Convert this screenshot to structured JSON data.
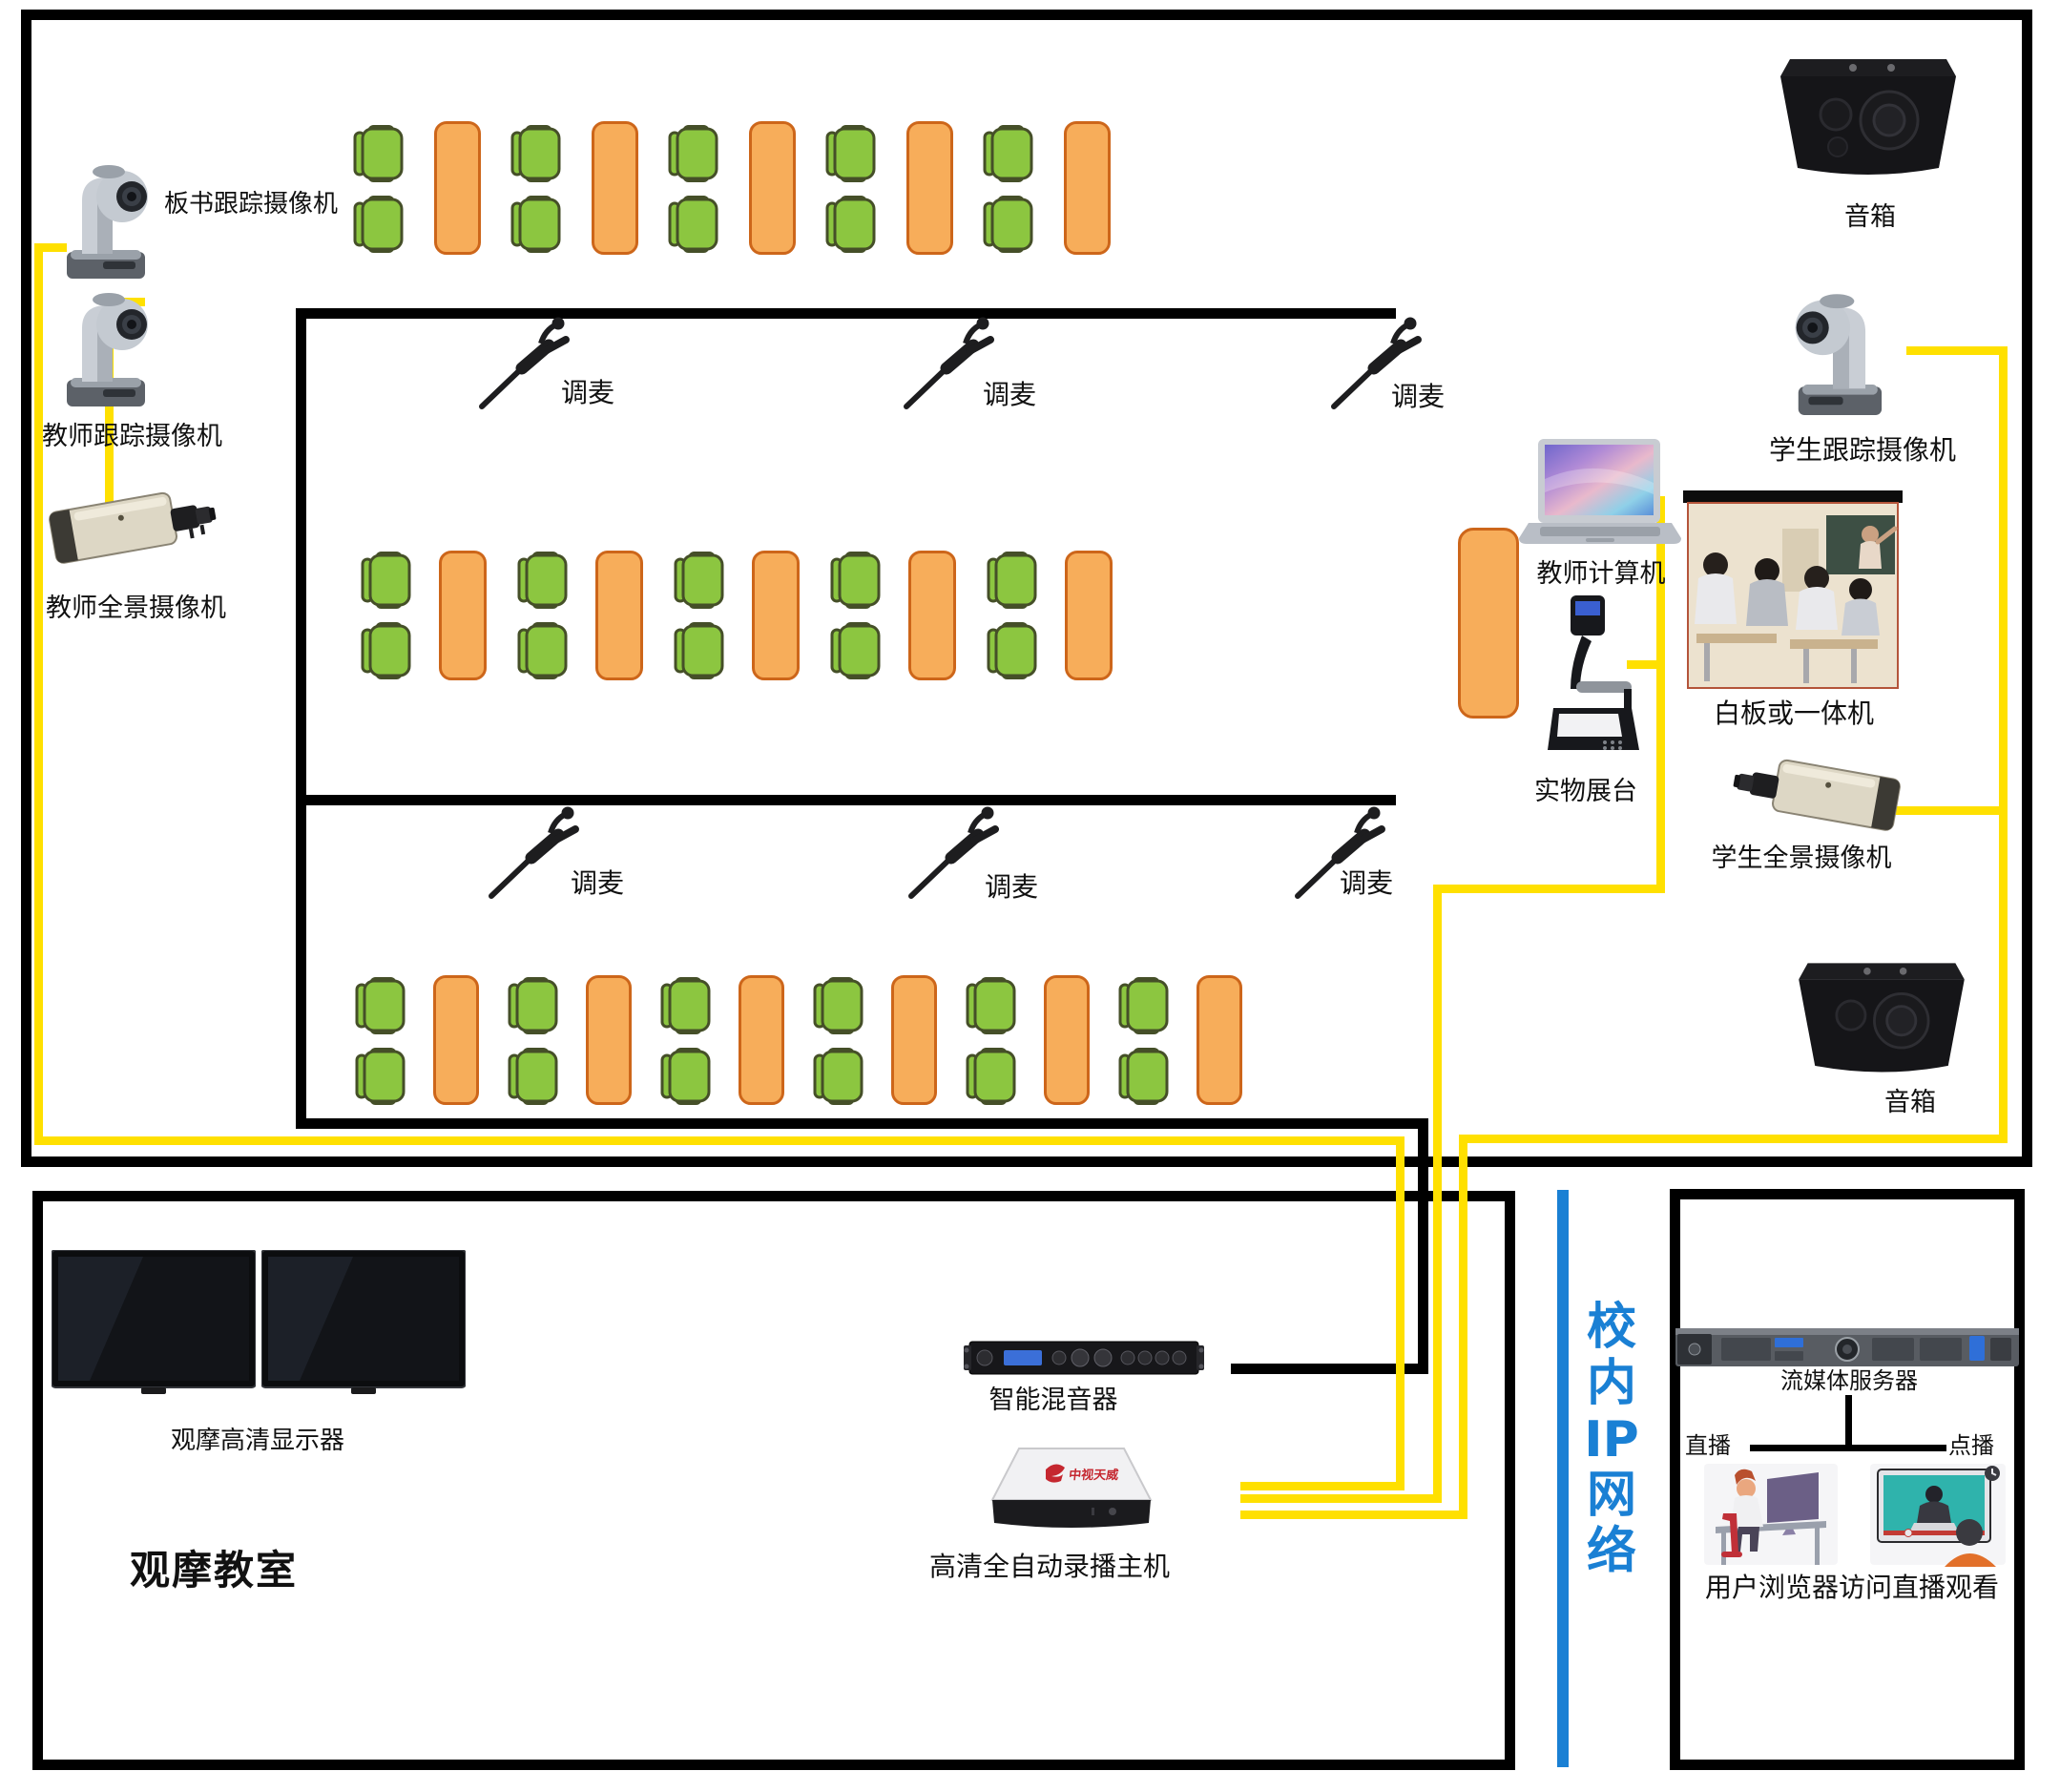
{
  "colors": {
    "wire_yellow": "#FFE000",
    "wire_black": "#000000",
    "network_blue": "#1A80D4",
    "chair_green": "#8CC640",
    "chair_border": "#454F28",
    "desk_orange": "#F7AD5A",
    "desk_border": "#CD661A"
  },
  "classroom": {
    "board_tracking_camera": "板书跟踪摄像机",
    "teacher_tracking_camera": "教师跟踪摄像机",
    "teacher_panorama_camera": "教师全景摄像机",
    "student_tracking_camera": "学生跟踪摄像机",
    "student_panorama_camera": "学生全景摄像机",
    "mic_label": "调麦",
    "speaker_label": "音箱",
    "teacher_computer": "教师计算机",
    "doc_camera": "实物展台",
    "whiteboard": "白板或一体机"
  },
  "observation_room": {
    "display_label": "观摩高清显示器",
    "room_title": "观摩教室",
    "mixer_label": "智能混音器",
    "recorder_label": "高清全自动录播主机",
    "recorder_logo": "中视天威"
  },
  "network": {
    "label": "校内IP网络",
    "chars": [
      "校",
      "内",
      "IP",
      "网",
      "络"
    ]
  },
  "streaming": {
    "server_label": "流媒体服务器",
    "live_label": "直播",
    "vod_label": "点播",
    "viewer_caption": "用户浏览器访问直播观看"
  }
}
